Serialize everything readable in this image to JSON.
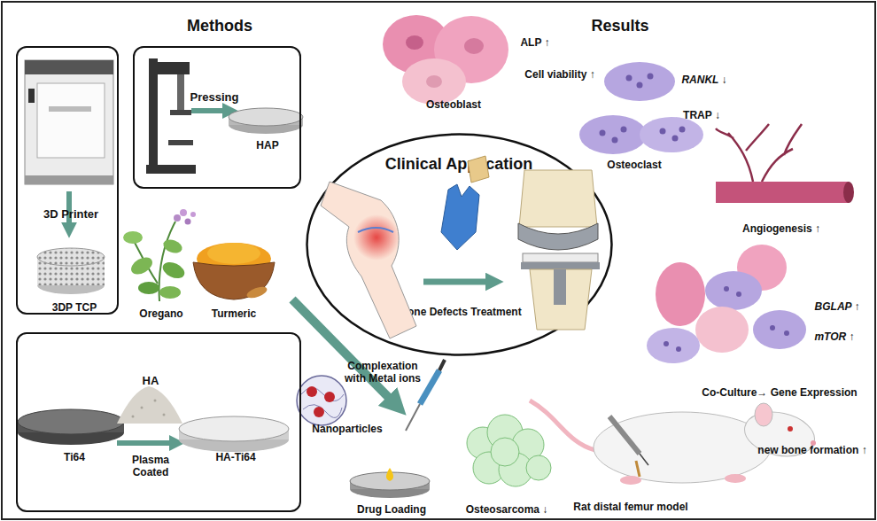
{
  "diagram": {
    "nodes": [
      {
        "text": [
          "3D Printer",
          "3DP TCP"
        ]
      },
      {
        "text": [
          "Pressing",
          "HAP"
        ]
      },
      {
        "text": [
          "HA",
          "Ti64",
          "Plasma Coated",
          "HA-Ti64"
        ]
      },
      {
        "text": [
          "Clinical Application",
          "Bone Defects Treatment"
        ]
      }
    ],
    "labels": [
      "Methods",
      "Results",
      "ALP ↑",
      "Cell viability ↑",
      "Osteoblast",
      "RANKL ↓",
      "TRAP ↓",
      "Osteoclast",
      "Angiogenesis ↑",
      "BGLAP ↑",
      "mTOR ↑",
      "Co-Culture→ Gene Expression",
      "Oregano",
      "Turmeric",
      "Complexation with Metal ions",
      "Nanoparticles",
      "Drug Loading",
      "Osteosarcoma ↓",
      "Rat distal femur model",
      "new bone formation ↑"
    ]
  }
}
